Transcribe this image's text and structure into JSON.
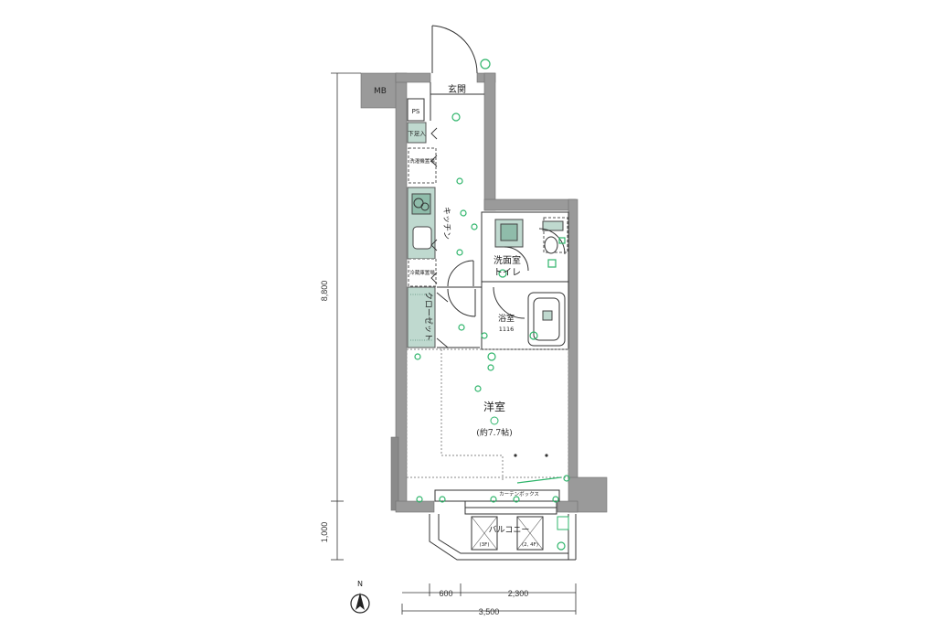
{
  "labels": {
    "mb": "MB",
    "entrance": "玄関",
    "ps": "PS",
    "shoe_box": "下足入",
    "washer_place": "洗濯機置場",
    "kitchen": "キッチン",
    "fridge_place": "冷蔵庫置場",
    "closet": "クローゼット",
    "washroom": "洗面室",
    "toilet": "トイレ",
    "bathroom": "浴室",
    "bath_size": "1116",
    "western_room": "洋室",
    "western_room_area": "(約7.7帖)",
    "curtain_box": "カーテンボックス",
    "balcony": "バルコニー",
    "unit_3f": "(3F)",
    "unit_2_4f": "(2, 4F)",
    "north": "N"
  },
  "dimensions": {
    "depth_main": "8,800",
    "depth_balcony": "1,000",
    "width_a": "600",
    "width_b": "2,300",
    "width_total": "3,500"
  },
  "colors": {
    "wall": "#9a9a9a",
    "wall_dark": "#7d7d7d",
    "fixture": "#bfd9cf",
    "fixture_dark": "#8fbcaa",
    "outlet": "#2fb56b",
    "line": "#333333"
  }
}
